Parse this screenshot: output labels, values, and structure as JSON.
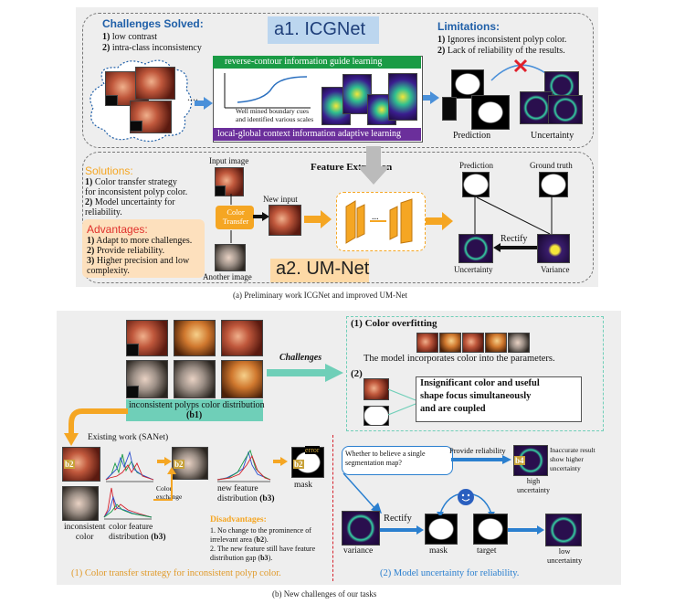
{
  "panel_a": {
    "challenges_title": "Challenges Solved:",
    "challenges": [
      {
        "num": "1)",
        "text": " low contrast"
      },
      {
        "num": "2)",
        "text": " intra-class inconsistency"
      }
    ],
    "title": "a1. ICGNet",
    "limitations_title": "Limitations:",
    "limitations": [
      {
        "num": "1)",
        "text": " Ignores inconsistent polyp color."
      },
      {
        "num": "2)",
        "text": " Lack of reliability of the results."
      }
    ],
    "green_bar": "reverse-contour information guide learning",
    "purple_bar": "local-global context information adaptive learning",
    "curve_caption_1": "Well mined boundary cues",
    "curve_caption_2": "and identified various scales",
    "prediction_label": "Prediction",
    "uncertainty_label": "Uncertainty",
    "solutions_title": "Solutions:",
    "solutions": [
      {
        "num": "1)",
        "text": " Color transfer strategy"
      },
      {
        "num": "",
        "text": "for inconsistent polyp color."
      },
      {
        "num": "2)",
        "text": " Model uncertainty for"
      },
      {
        "num": "",
        "text": "reliability."
      }
    ],
    "advantages_title": "Advantages:",
    "advantages": [
      {
        "num": "1)",
        "text": " Adapt to more challenges."
      },
      {
        "num": "2)",
        "text": " Provide reliability."
      },
      {
        "num": "3)",
        "text": " Higher precision and low"
      },
      {
        "num": "",
        "text": "complexity."
      }
    ],
    "input_image": "Input image",
    "color_transfer": "Color Transfer",
    "another_image": "Another image",
    "new_input": "New input",
    "feature_extraction": "Feature Extraction",
    "um_title": "a2. UM-Net",
    "prediction2": "Prediction",
    "ground_truth": "Ground truth",
    "rectify": "Rectify",
    "uncertainty2": "Uncertainty",
    "variance": "Variance",
    "caption": "(a)  Preliminary work ICGNet and improved UM-Net"
  },
  "panel_b": {
    "b1_label": "inconsistent polyps color distribution",
    "b1_tag": "(b1)",
    "challenges_arrow": "Challenges",
    "overfit_title": "(1) Color overfitting",
    "overfit_text": "The model incorporates color into the parameters.",
    "two_label": "(2)",
    "coupled_box": [
      "Insignificant color and useful",
      "shape focus simultaneously",
      "and are coupled"
    ],
    "existing_work": "Existing work (SANet)",
    "b2_tag": "b2",
    "error_tag": "error",
    "color_exchange": [
      "Color",
      "exchange"
    ],
    "inconsistent_color": [
      "inconsistent",
      "color"
    ],
    "color_feature": [
      "color feature",
      "distribution "
    ],
    "b3": "(b3)",
    "new_feature": [
      "new feature",
      "distribution "
    ],
    "mask": "mask",
    "disadvantages_title": "Disadvantages:",
    "disadvantages": [
      "1. No change to the prominence of",
      "irrelevant area (",
      "b2",
      ").",
      "2. The new feature still have feature",
      "distribution gap (",
      "b3",
      ")."
    ],
    "left_caption": "(1) Color transfer strategy for inconsistent polyp color.",
    "question": [
      "Whether to believe a single",
      "segmentation map?"
    ],
    "provide_reliability": "Provide reliability",
    "b4_tag": "b4",
    "inaccurate": [
      "Inaccurate result",
      "show higher",
      "uncertainty"
    ],
    "high_uncertainty": [
      "high",
      "uncertainty"
    ],
    "rectify": "Rectify",
    "variance": "variance",
    "mask2": "mask",
    "target": "target",
    "low_uncertainty": [
      "low",
      "uncertainty"
    ],
    "right_caption": "(2) Model uncertainty for reliability.",
    "caption": "(b)  New challenges of our tasks"
  },
  "colors": {
    "blue_title": "#1f5fa8",
    "orange": "#f5a623",
    "teal": "#6fcfb8",
    "green_bar": "#1a9b45",
    "purple_bar": "#6b2f9b",
    "red_dash": "#d6202b",
    "left_caption": "#e09a2a",
    "right_caption": "#2a7fcf"
  }
}
